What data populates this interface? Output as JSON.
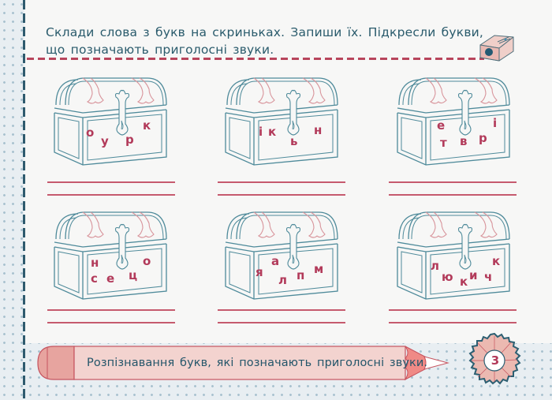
{
  "instruction": {
    "line1": "Склади слова з букв на скриньках. Запиши їх. Підкресли букви,",
    "line2": "що позначають приголосні звуки."
  },
  "chests": [
    {
      "letters": [
        "о",
        "у",
        "р",
        "к"
      ]
    },
    {
      "letters": [
        "і",
        "к",
        "ь",
        "н"
      ]
    },
    {
      "letters": [
        "е",
        "т",
        "в",
        "р",
        "і"
      ]
    },
    {
      "letters": [
        "н",
        "с",
        "е",
        "ц",
        "о"
      ]
    },
    {
      "letters": [
        "я",
        "а",
        "л",
        "п",
        "м"
      ]
    },
    {
      "letters": [
        "л",
        "ю",
        "к",
        "и",
        "ч",
        "к"
      ]
    }
  ],
  "footer": {
    "topic": "Розпізнавання букв, які позначають приголосні звуки.",
    "page_number": "3"
  },
  "icons": {
    "sharpener": "pencil-sharpener-icon",
    "chest": "treasure-chest-icon",
    "pencil": "pencil-icon",
    "shavings": "pencil-shavings-icon"
  },
  "colors": {
    "text_teal": "#2a5b6c",
    "letter_red": "#b23a5a",
    "line_red": "#c65a6e",
    "pencil_pink": "#f3d3cf",
    "background": "#f7f7f6"
  }
}
